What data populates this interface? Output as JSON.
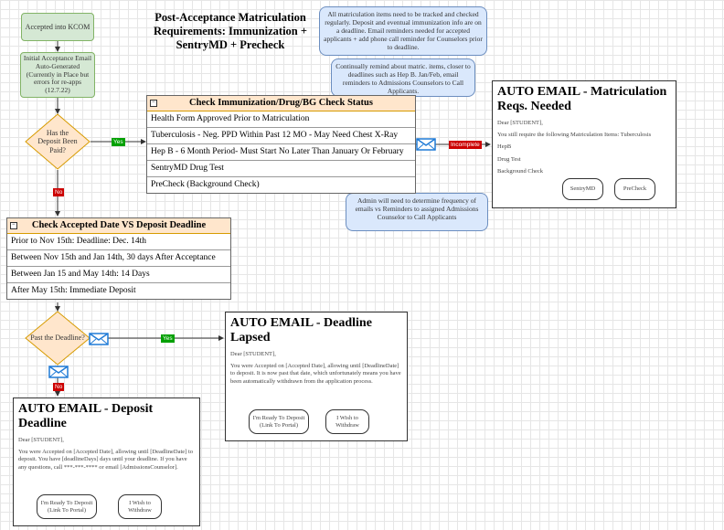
{
  "title": "Post-Acceptance Matriculation Requirements: Immunization + SentryMD + Precheck",
  "nodes": {
    "accepted": "Accepted into KCOM",
    "auto_email": "Initial Acceptance Email Auto-Generated (Currently in Place but errors for re-apps (12.7.22)",
    "deposit_question": "Has the Deposit Been Paid?",
    "past_deadline_question": "Past the Deadline?"
  },
  "notes": {
    "tracking": "All matriculation items need to be tracked and checked regularly. Deposit and eventual immunization info are on a deadline. Email reminders needed for accepted applicants + add phone call reminder for Counselors prior to deadline.",
    "continual": "Continually remind about matric. items, closer to deadlines such as Hep B. Jan/Feb, email reminders to Admissions Counselors to Call Applicants.",
    "admin": "Admin will need to determine frequency of emails vs Reminders to assigned Admissions Counselor to Call Applicants"
  },
  "immunization_table": {
    "header": "Check Immunization/Drug/BG Check Status",
    "rows": [
      "Health Form Approved Prior to Matriculation",
      "Tuberculosis - Neg. PPD Within Past 12 MO - May Need Chest X-Ray",
      "Hep B - 6 Month Period- Must Start No Later Than January Or February",
      "SentryMD Drug Test",
      "PreCheck (Background Check)"
    ]
  },
  "deadline_table": {
    "header": "Check Accepted Date VS Deposit Deadline",
    "rows": [
      "Prior to Nov 15th: Deadline: Dec. 14th",
      "Between Nov 15th and Jan 14th, 30 days After Acceptance",
      "Between Jan 15 and May 14th: 14 Days",
      "After May 15th: Immediate Deposit"
    ]
  },
  "edge_labels": {
    "yes": "Yes",
    "no": "No",
    "incomplete": "Incomplete"
  },
  "email_matric": {
    "title": "AUTO EMAIL - Matriculation Reqs. Needed",
    "greeting": "Dear [STUDENT],",
    "body": "You still require the following Matriculation Items: Tuberculosis",
    "items": [
      "HepB",
      "Drug Test",
      "Background Check"
    ],
    "button1": "SentryMD",
    "button2": "PreCheck"
  },
  "email_lapsed": {
    "title": "AUTO EMAIL - Deadline Lapsed",
    "greeting": "Dear [STUDENT],",
    "body": "You were Accepted on [Accepted Date], allowing until [DeadlineDate] to deposit. It is now past that date, which unfortunately means you have been automatically withdrawn from the application process.",
    "button1": "I'm Ready To Deposit (Link To Portal)",
    "button2": "I Wish to Withdraw"
  },
  "email_deposit": {
    "title": "AUTO EMAIL - Deposit Deadline",
    "greeting": "Dear [STUDENT],",
    "body": "You were Accepted on [Accepted Date], allowing until [DeadlineDate] to deposit. You have [deadlineDays] days until your deadline. If you have any questions, call ***-***-**** or email [AdmissionsCounselor].",
    "button1": "I'm Ready To Deposit (Link To Portal)",
    "button2": "I Wish to Withdraw"
  },
  "colors": {
    "green_fill": "#d5e8d4",
    "green_stroke": "#82b366",
    "orange_fill": "#ffe6cc",
    "orange_stroke": "#d79b00",
    "note_fill": "#dae8fc",
    "note_stroke": "#6c8ebf",
    "yes": "#00a000",
    "no": "#cc0000",
    "envelope": "#1f7ad6"
  },
  "icons": [
    "mail-icon",
    "collapse-icon"
  ]
}
